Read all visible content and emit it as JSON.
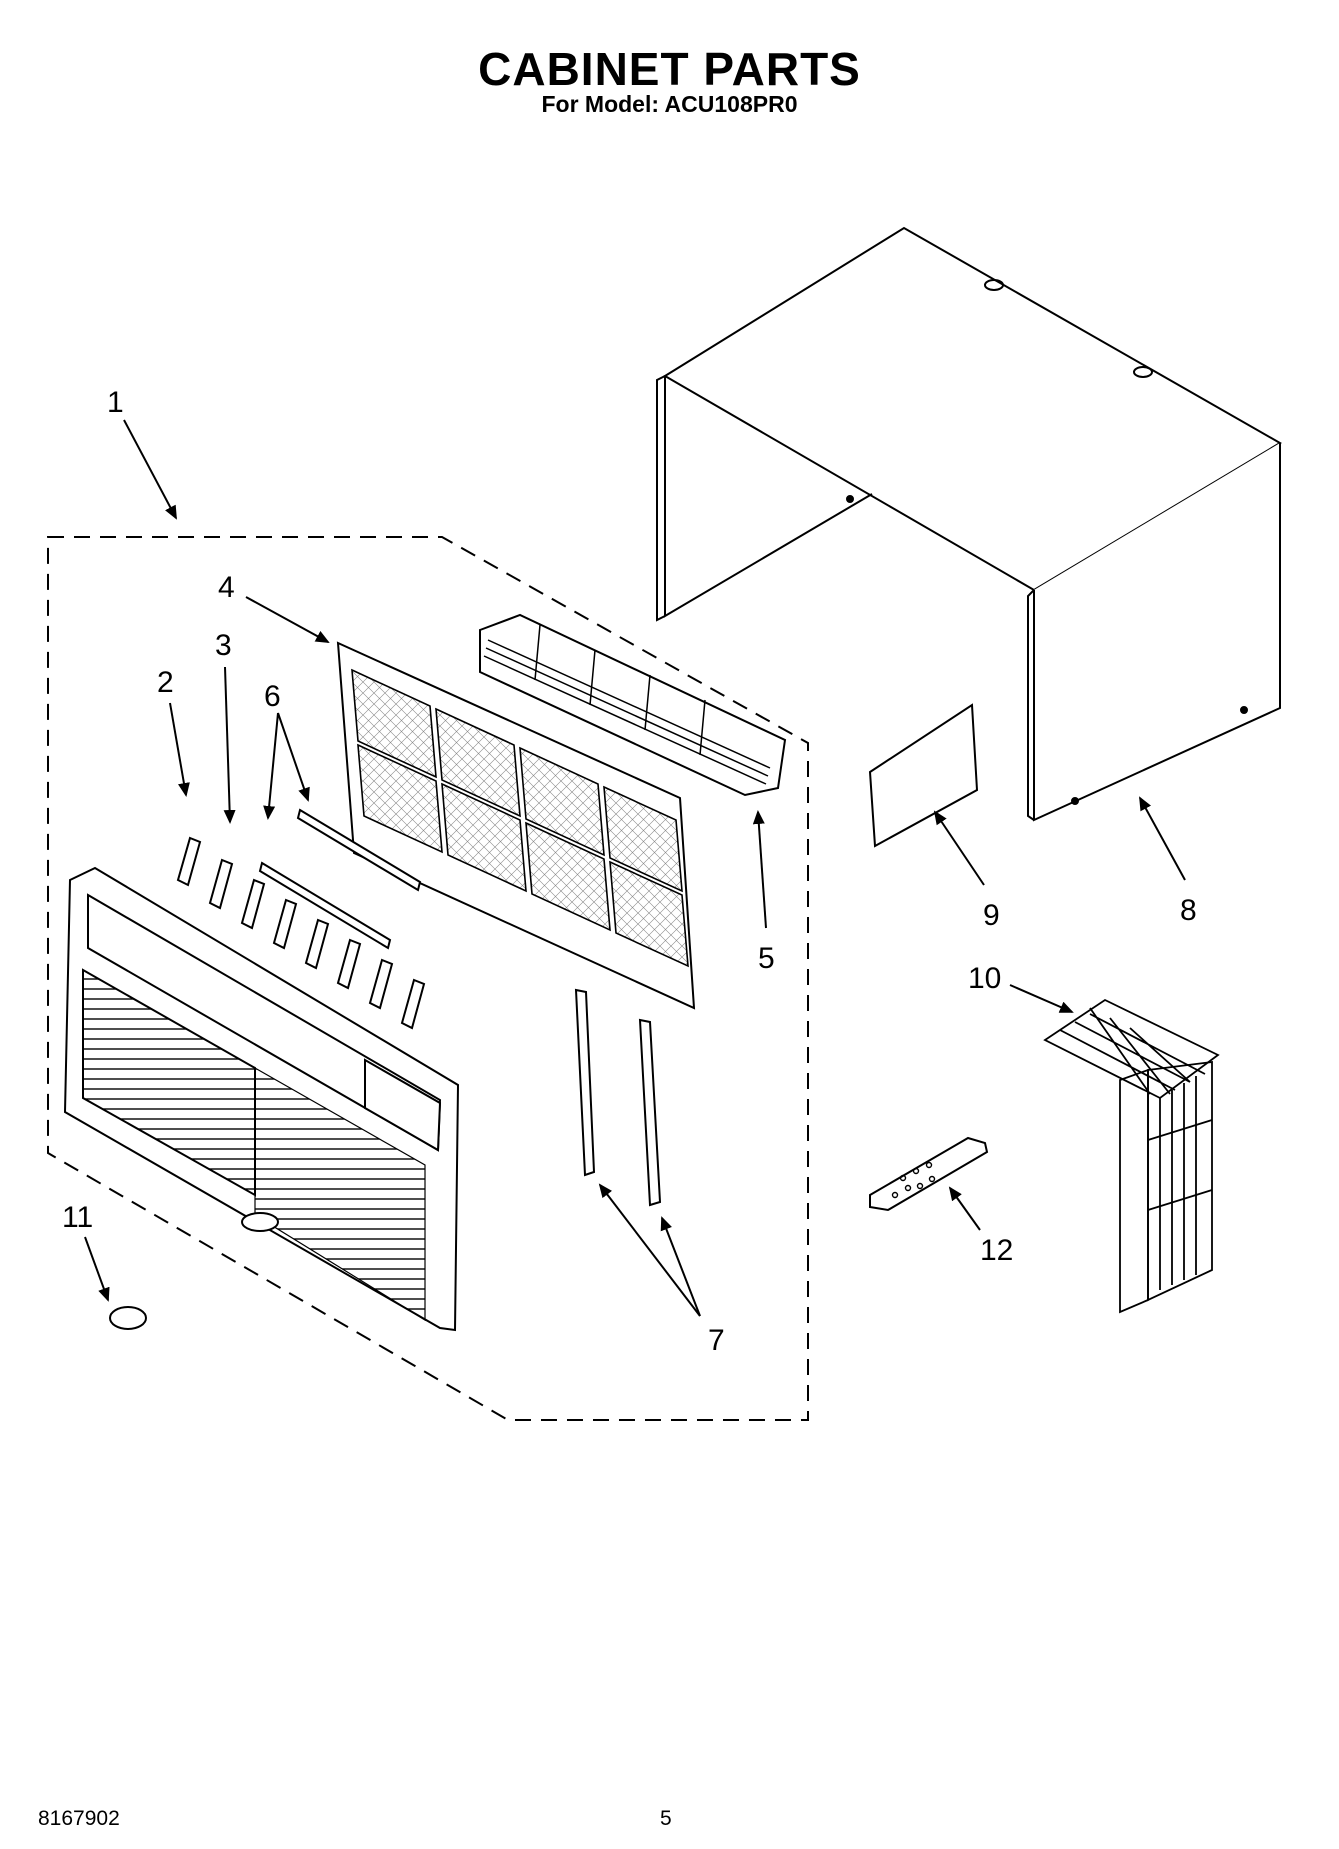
{
  "header": {
    "title": "CABINET PARTS",
    "subtitle": "For Model: ACU108PR0"
  },
  "footer": {
    "doc_number": "8167902",
    "page_number": "5"
  },
  "callouts": [
    {
      "id": "1",
      "label": "1"
    },
    {
      "id": "2",
      "label": "2"
    },
    {
      "id": "3",
      "label": "3"
    },
    {
      "id": "4",
      "label": "4"
    },
    {
      "id": "5",
      "label": "5"
    },
    {
      "id": "6",
      "label": "6"
    },
    {
      "id": "7",
      "label": "7"
    },
    {
      "id": "8",
      "label": "8"
    },
    {
      "id": "9",
      "label": "9"
    },
    {
      "id": "10",
      "label": "10"
    },
    {
      "id": "11",
      "label": "11"
    },
    {
      "id": "12",
      "label": "12"
    }
  ]
}
